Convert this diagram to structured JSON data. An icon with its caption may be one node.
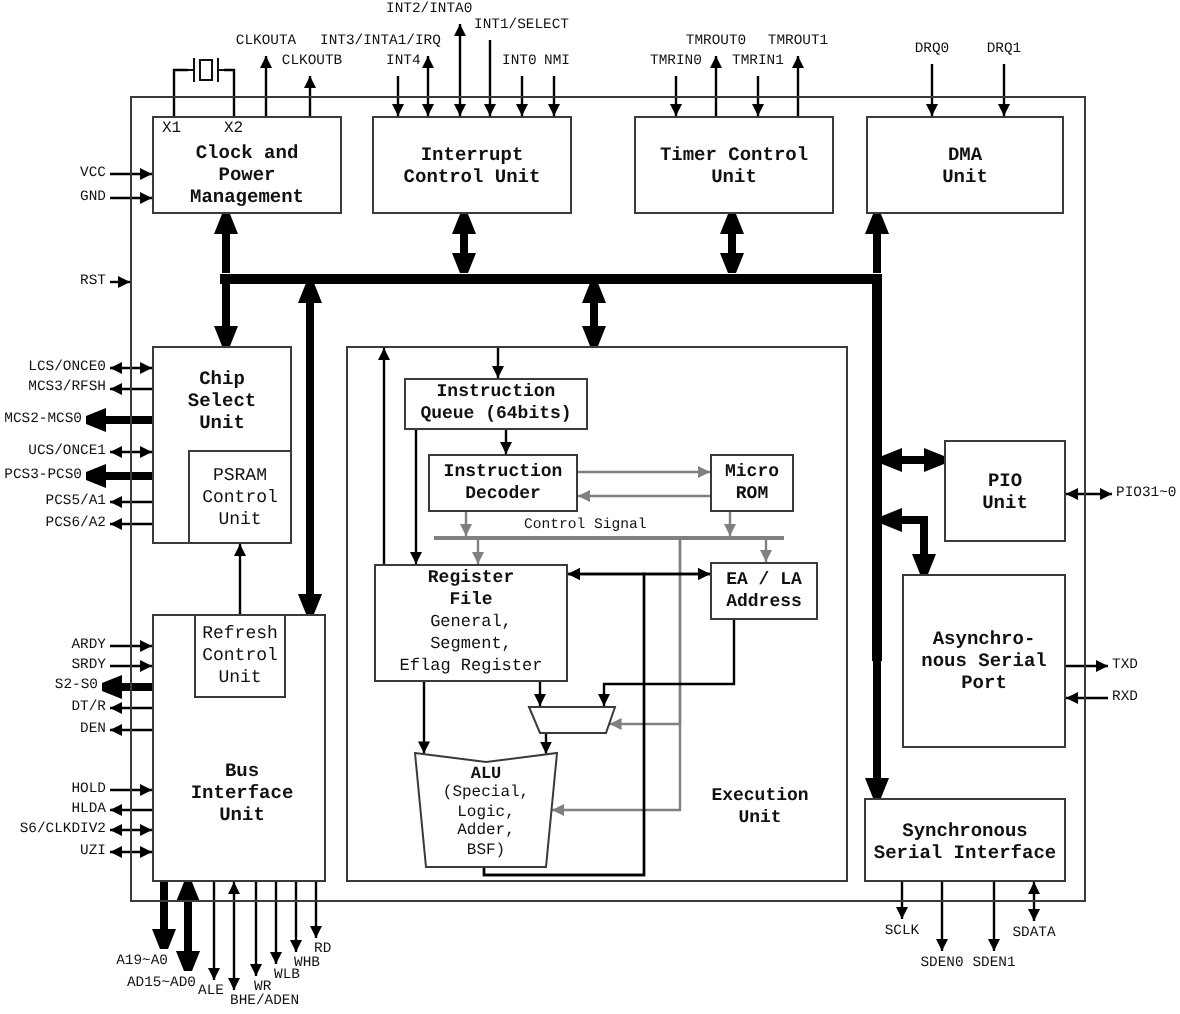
{
  "diagram": {
    "nodes": [
      {
        "text": [],
        "shape": "box"
      },
      {
        "text": [],
        "shape": "crystal"
      },
      {
        "text": [
          "CLKOUTA"
        ]
      },
      {
        "text": [
          "CLKOUTB"
        ]
      },
      {
        "text": [
          "INT2/INTA0"
        ]
      },
      {
        "text": [
          "INT3/INTA1/IRQ"
        ]
      },
      {
        "text": [
          "INT1/SELECT"
        ]
      },
      {
        "text": [
          "INT4"
        ]
      },
      {
        "text": [
          "INT0"
        ]
      },
      {
        "text": [
          "NMI"
        ]
      },
      {
        "text": [
          "TMROUT0"
        ]
      },
      {
        "text": [
          "TMRIN0"
        ]
      },
      {
        "text": [
          "TMROUT1"
        ]
      },
      {
        "text": [
          "TMRIN1"
        ]
      },
      {
        "text": [
          "DRQ0"
        ]
      },
      {
        "text": [
          "DRQ1"
        ]
      },
      {
        "text": [
          "X1",
          "X2",
          "Clock and Power Management"
        ],
        "in": 0
      },
      {
        "text": [
          "Interrupt Control Unit"
        ],
        "in": 0
      },
      {
        "text": [
          "Timer Control Unit"
        ],
        "in": 0
      },
      {
        "text": [
          "DMA Unit"
        ],
        "in": 0
      },
      {
        "text": [
          "VCC"
        ]
      },
      {
        "text": [
          "GND"
        ]
      },
      {
        "text": [],
        "shape": "bar",
        "in": 0
      },
      {
        "text": [
          "RST"
        ]
      },
      {
        "text": [
          "Chip Select Unit"
        ],
        "in": 0
      },
      {
        "text": [
          "PSRAM Control Unit"
        ],
        "in": 24
      },
      {
        "text": [
          "Execution Unit"
        ],
        "in": 0
      },
      {
        "text": [
          "Instruction Queue (64bits)"
        ],
        "in": 26
      },
      {
        "text": [
          "Instruction Decoder"
        ],
        "in": 26
      },
      {
        "text": [
          "Micro ROM"
        ],
        "in": 26
      },
      {
        "text": [],
        "shape": "bar",
        "beside": [
          "Control Signal"
        ],
        "in": 26
      },
      {
        "text": [
          "Register File",
          "General, Segment, Eflag Register"
        ],
        "in": 26
      },
      {
        "text": [
          "EA / LA Address"
        ],
        "in": 26
      },
      {
        "text": [],
        "shape": "trapezoid",
        "in": 26
      },
      {
        "text": [
          "ALU",
          "(Special, Logic, Adder, BSF)"
        ],
        "in": 26
      },
      {
        "text": [
          "PIO Unit"
        ],
        "in": 0
      },
      {
        "text": [
          "PIO31~0"
        ]
      },
      {
        "text": [
          "Asynchro- nous Serial Port"
        ],
        "in": 0
      },
      {
        "text": [
          "TXD"
        ]
      },
      {
        "text": [
          "RXD"
        ]
      },
      {
        "text": [
          "LCS/ONCE0"
        ]
      },
      {
        "text": [
          "MCS3/RFSH"
        ]
      },
      {
        "text": [
          "MCS2-MCS0"
        ]
      },
      {
        "text": [
          "UCS/ONCE1"
        ]
      },
      {
        "text": [
          "PCS3-PCS0"
        ]
      },
      {
        "text": [
          "PCS5/A1"
        ]
      },
      {
        "text": [
          "PCS6/A2"
        ]
      },
      {
        "text": [
          "Bus Interface Unit"
        ],
        "in": 0
      },
      {
        "text": [
          "Refresh Control Unit"
        ],
        "in": 47
      },
      {
        "text": [
          "ARDY"
        ]
      },
      {
        "text": [
          "SRDY"
        ]
      },
      {
        "text": [
          "S2-S0"
        ]
      },
      {
        "text": [
          "DT/R"
        ]
      },
      {
        "text": [
          "DEN"
        ]
      },
      {
        "text": [
          "HOLD"
        ]
      },
      {
        "text": [
          "HLDA"
        ]
      },
      {
        "text": [
          "S6/CLKDIV2"
        ]
      },
      {
        "text": [
          "UZI"
        ]
      },
      {
        "text": [
          "Synchronous Serial Interface"
        ],
        "in": 0
      },
      {
        "text": [
          "A19~A0"
        ]
      },
      {
        "text": [
          "AD15~AD0"
        ]
      },
      {
        "text": [
          "ALE"
        ]
      },
      {
        "text": [
          "BHE/ADEN"
        ]
      },
      {
        "text": [
          "WR"
        ]
      },
      {
        "text": [
          "WLB"
        ]
      },
      {
        "text": [
          "WHB"
        ]
      },
      {
        "text": [
          "RD"
        ]
      },
      {
        "text": [
          "SCLK"
        ]
      },
      {
        "text": [
          "SDEN0"
        ]
      },
      {
        "text": [
          "SDEN1"
        ]
      },
      {
        "text": [
          "SDATA"
        ]
      }
    ],
    "edges": [
      {
        "from": 1,
        "to": 16,
        "arrow": "none"
      },
      {
        "from": 1,
        "to": 16,
        "arrow": "none"
      },
      {
        "from": 16,
        "to": 2,
        "arrow": "to"
      },
      {
        "from": 16,
        "to": 3,
        "arrow": "to"
      },
      {
        "from": 4,
        "to": 17,
        "arrow": "both"
      },
      {
        "from": 5,
        "to": 17,
        "arrow": "both"
      },
      {
        "from": 6,
        "to": 17,
        "arrow": "to"
      },
      {
        "from": 7,
        "to": 17,
        "arrow": "to"
      },
      {
        "from": 8,
        "to": 17,
        "arrow": "to"
      },
      {
        "from": 9,
        "to": 17,
        "arrow": "to"
      },
      {
        "from": 18,
        "to": 10,
        "arrow": "to"
      },
      {
        "from": 11,
        "to": 18,
        "arrow": "to"
      },
      {
        "from": 18,
        "to": 12,
        "arrow": "to"
      },
      {
        "from": 13,
        "to": 18,
        "arrow": "to"
      },
      {
        "from": 14,
        "to": 19,
        "arrow": "to"
      },
      {
        "from": 15,
        "to": 19,
        "arrow": "to"
      },
      {
        "from": 20,
        "to": 16,
        "arrow": "to"
      },
      {
        "from": 21,
        "to": 16,
        "arrow": "to"
      },
      {
        "from": 22,
        "to": 16,
        "arrow": "to",
        "style": "thick"
      },
      {
        "from": 22,
        "to": 17,
        "arrow": "both",
        "style": "thick"
      },
      {
        "from": 22,
        "to": 18,
        "arrow": "both",
        "style": "thick"
      },
      {
        "from": 22,
        "to": 19,
        "arrow": "to",
        "style": "thick"
      },
      {
        "from": 23,
        "to": 0,
        "arrow": "to"
      },
      {
        "from": 22,
        "to": 24,
        "arrow": "to",
        "style": "thick"
      },
      {
        "from": 22,
        "to": 47,
        "arrow": "both",
        "style": "thick"
      },
      {
        "from": 22,
        "to": 26,
        "arrow": "both",
        "style": "thick"
      },
      {
        "from": 22,
        "to": 35,
        "arrow": "both",
        "style": "thick"
      },
      {
        "from": 22,
        "to": 37,
        "arrow": "both",
        "style": "thick"
      },
      {
        "from": 22,
        "to": 58,
        "arrow": "to",
        "style": "thick"
      },
      {
        "from": 26,
        "to": 27,
        "arrow": "to"
      },
      {
        "from": 31,
        "to": 26,
        "arrow": "to"
      },
      {
        "from": 27,
        "to": 28,
        "arrow": "to"
      },
      {
        "from": 27,
        "to": 31,
        "arrow": "to"
      },
      {
        "from": 28,
        "to": 29,
        "arrow": "to",
        "color": "#808080"
      },
      {
        "from": 29,
        "to": 28,
        "arrow": "to",
        "color": "#808080"
      },
      {
        "from": 28,
        "to": 30,
        "arrow": "to",
        "color": "#808080"
      },
      {
        "from": 29,
        "to": 30,
        "arrow": "to",
        "color": "#808080"
      },
      {
        "from": 30,
        "to": 31,
        "arrow": "to",
        "color": "#808080"
      },
      {
        "from": 30,
        "to": 32,
        "arrow": "to",
        "color": "#808080"
      },
      {
        "from": 30,
        "to": 33,
        "arrow": "to",
        "color": "#808080"
      },
      {
        "from": 30,
        "to": 34,
        "arrow": "to",
        "color": "#808080"
      },
      {
        "from": 31,
        "to": 32,
        "arrow": "both"
      },
      {
        "from": 34,
        "to": 31,
        "arrow": "to"
      },
      {
        "from": 34,
        "to": 32,
        "arrow": "to"
      },
      {
        "from": 32,
        "to": 33,
        "arrow": "to"
      },
      {
        "from": 31,
        "to": 33,
        "arrow": "to"
      },
      {
        "from": 31,
        "to": 34,
        "arrow": "to"
      },
      {
        "from": 33,
        "to": 34,
        "arrow": "to"
      },
      {
        "from": 48,
        "to": 25,
        "arrow": "to"
      },
      {
        "from": 35,
        "to": 36,
        "arrow": "both"
      },
      {
        "from": 37,
        "to": 38,
        "arrow": "to"
      },
      {
        "from": 39,
        "to": 37,
        "arrow": "to"
      },
      {
        "from": 40,
        "to": 24,
        "arrow": "both"
      },
      {
        "from": 24,
        "to": 41,
        "arrow": "to"
      },
      {
        "from": 24,
        "to": 42,
        "arrow": "to",
        "style": "thick"
      },
      {
        "from": 43,
        "to": 24,
        "arrow": "both"
      },
      {
        "from": 24,
        "to": 44,
        "arrow": "to",
        "style": "thick"
      },
      {
        "from": 24,
        "to": 45,
        "arrow": "to"
      },
      {
        "from": 24,
        "to": 46,
        "arrow": "to"
      },
      {
        "from": 49,
        "to": 47,
        "arrow": "to"
      },
      {
        "from": 50,
        "to": 47,
        "arrow": "to"
      },
      {
        "from": 47,
        "to": 51,
        "arrow": "to",
        "style": "thick"
      },
      {
        "from": 47,
        "to": 52,
        "arrow": "to"
      },
      {
        "from": 47,
        "to": 53,
        "arrow": "to"
      },
      {
        "from": 54,
        "to": 47,
        "arrow": "to"
      },
      {
        "from": 47,
        "to": 55,
        "arrow": "to"
      },
      {
        "from": 56,
        "to": 47,
        "arrow": "both"
      },
      {
        "from": 57,
        "to": 47,
        "arrow": "both"
      },
      {
        "from": 47,
        "to": 59,
        "arrow": "to",
        "style": "thick"
      },
      {
        "from": 47,
        "to": 60,
        "arrow": "both",
        "style": "thick"
      },
      {
        "from": 47,
        "to": 61,
        "arrow": "to"
      },
      {
        "from": 47,
        "to": 62,
        "arrow": "both"
      },
      {
        "from": 47,
        "to": 63,
        "arrow": "to"
      },
      {
        "from": 47,
        "to": 64,
        "arrow": "to"
      },
      {
        "from": 47,
        "to": 65,
        "arrow": "to"
      },
      {
        "from": 47,
        "to": 66,
        "arrow": "to"
      },
      {
        "from": 58,
        "to": 67,
        "arrow": "to"
      },
      {
        "from": 58,
        "to": 68,
        "arrow": "to"
      },
      {
        "from": 58,
        "to": 69,
        "arrow": "to"
      },
      {
        "from": 58,
        "to": 70,
        "arrow": "both"
      }
    ]
  }
}
